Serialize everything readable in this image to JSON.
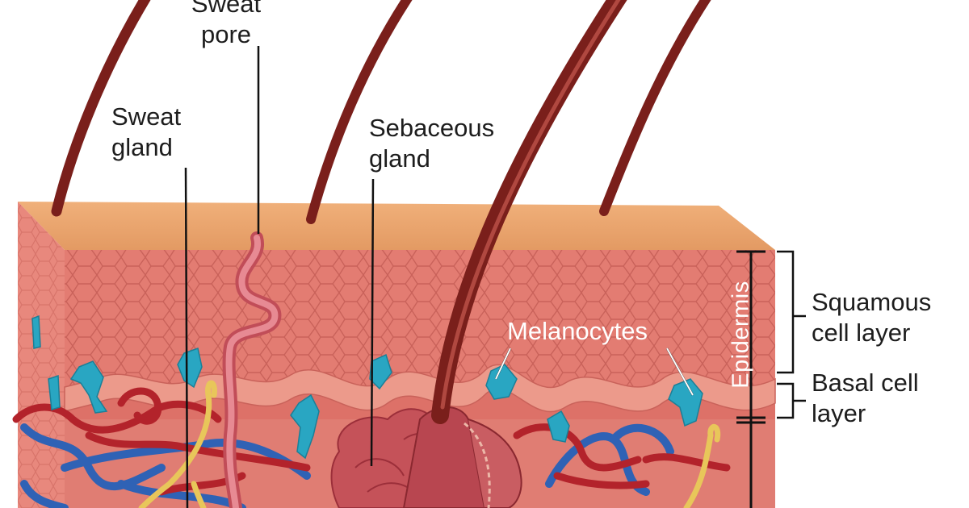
{
  "labels": {
    "sweat_pore": [
      "Sweat",
      "pore"
    ],
    "sweat_gland": [
      "Sweat",
      "gland"
    ],
    "sebaceous_gland": [
      "Sebaceous",
      "gland"
    ],
    "melanocytes": "Melanocytes",
    "epidermis": "Epidermis",
    "squamous_cell_layer": [
      "Squamous",
      "cell layer"
    ],
    "basal_cell_layer": [
      "Basal cell",
      "layer"
    ]
  },
  "colors": {
    "surface": "#e9a268",
    "epidermis": "#e37c72",
    "dermis": "#dd7168",
    "hair": "#7a1f1b",
    "vein": "#2f62b5",
    "artery": "#b3232b",
    "melanocyte": "#29a6c2",
    "nerve": "#e8c65a"
  }
}
